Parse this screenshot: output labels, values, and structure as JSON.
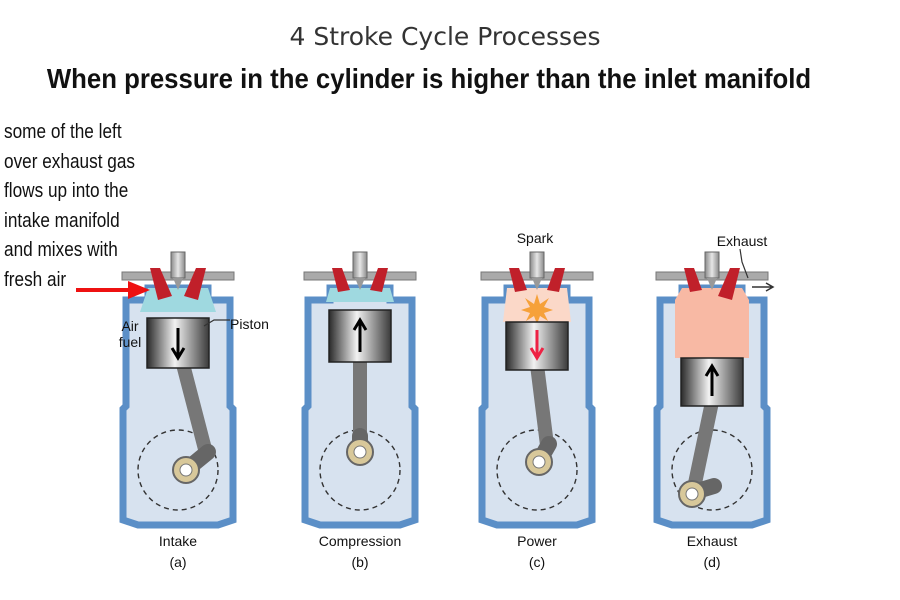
{
  "title": "4 Stroke Cycle Processes",
  "subtitle": "When pressure in the cylinder is higher than the inlet manifold",
  "note_lines": [
    "some of the left",
    "over exhaust gas",
    "flows up into  the",
    "intake manifold",
    "and mixes with",
    "fresh air"
  ],
  "labels": {
    "air_fuel_1": "Air",
    "air_fuel_2": "fuel",
    "piston": "Piston",
    "spark": "Spark",
    "exhaust": "Exhaust"
  },
  "strokes": [
    {
      "name": "Intake",
      "letter": "(a)"
    },
    {
      "name": "Compression",
      "letter": "(b)"
    },
    {
      "name": "Power",
      "letter": "(c)"
    },
    {
      "name": "Exhaust",
      "letter": "(d)"
    }
  ],
  "colors": {
    "coolant": "#5b8fc7",
    "block_fill": "#d7e2ef",
    "air_fuel": "#9fd9e0",
    "burning": "#f8b9a4",
    "red_arrow": "#ee1111",
    "valve": "#c0202a"
  },
  "icons": [
    "red-arrow-icon",
    "spark-icon"
  ]
}
